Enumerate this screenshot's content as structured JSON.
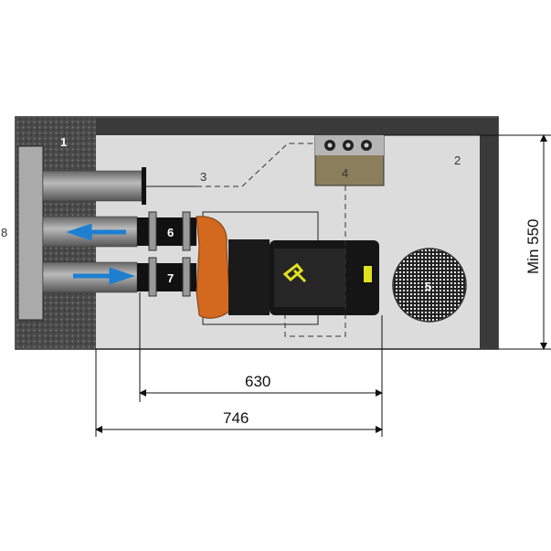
{
  "diagram": {
    "labels": {
      "wall": "1",
      "floor": "2",
      "sensor": "3",
      "control_box": "4",
      "drain_grate": "5",
      "outlet_coupling": "6",
      "inlet_coupling": "7",
      "wall_plate": "8"
    },
    "dimensions": {
      "pump_length": "630",
      "total_length": "746",
      "room_width": "Min 550"
    },
    "colors": {
      "pump_orange": "#d2691e",
      "arrow_blue": "#1e7fd0",
      "wall_dark": "#3a3a3a",
      "floor": "#dcdcdc",
      "control_box": "#8a7e5c",
      "motor_accent": "#e0e020"
    }
  }
}
